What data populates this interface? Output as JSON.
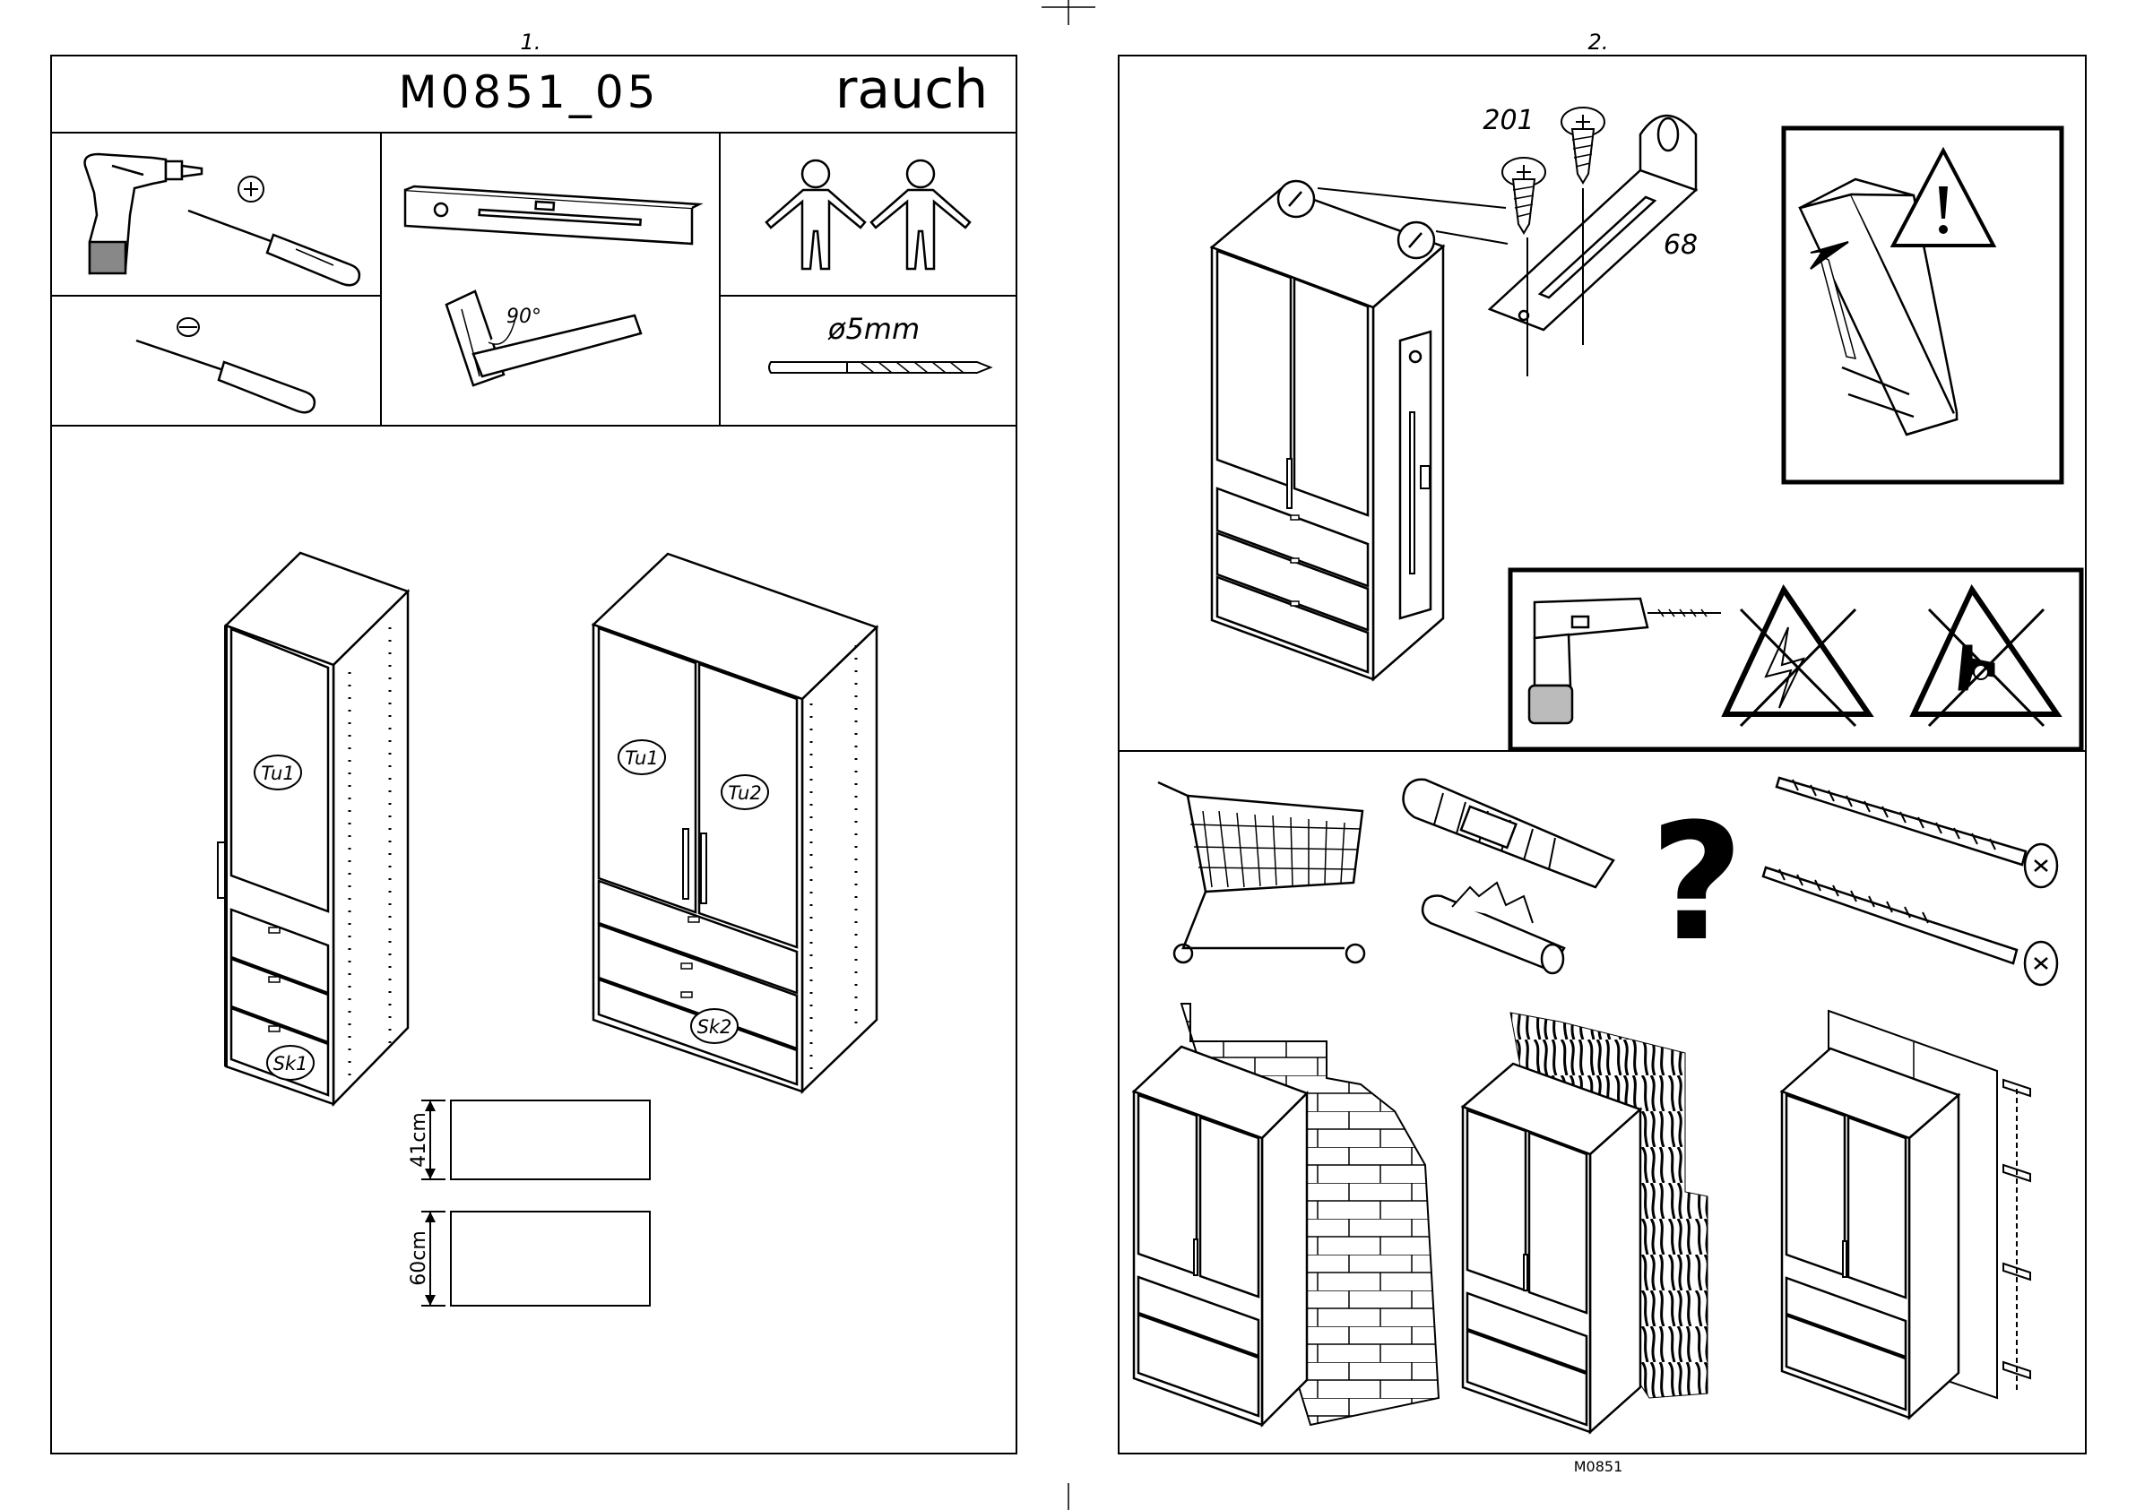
{
  "page1": {
    "page_number": "1.",
    "model_code": "M0851_05",
    "brand": "rauch",
    "tools": {
      "square_angle": "90°",
      "drill_bit": "ø5mm"
    },
    "parts": {
      "single_door": "Tu1",
      "single_drawer": "Sk1",
      "left_door": "Tu1",
      "right_door": "Tu2",
      "double_drawer": "Sk2"
    },
    "dimensions": {
      "small": "41cm",
      "large": "60cm"
    }
  },
  "page2": {
    "page_number": "2.",
    "screw_part": "201",
    "bracket_part": "68",
    "question_mark": "?"
  },
  "footer": {
    "model": "M0851"
  },
  "colors": {
    "ink": "#000000",
    "paper": "#ffffff"
  }
}
